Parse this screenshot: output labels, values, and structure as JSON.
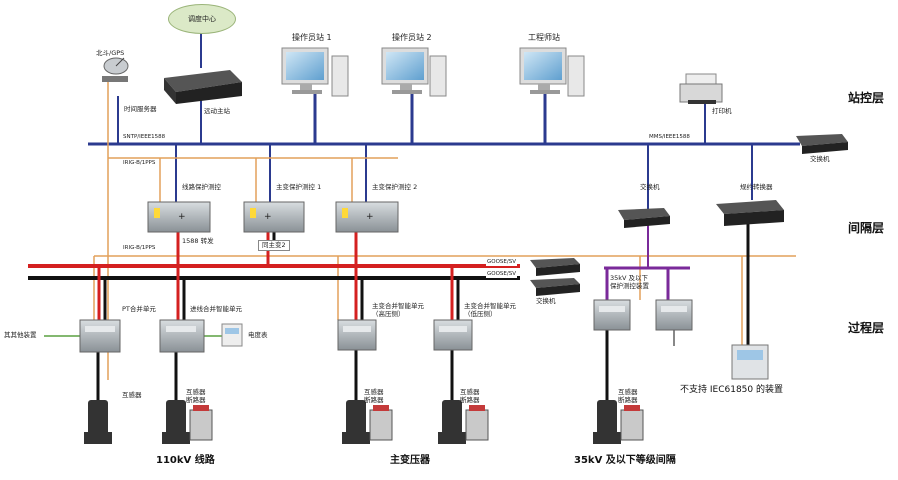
{
  "layers": {
    "station": "站控层",
    "bay": "间隔层",
    "process": "过程层"
  },
  "top": {
    "dispatch_center": "调度中心",
    "beidou_gps": "北斗/GPS",
    "time_server": "时间服务器",
    "remote_station": "远动主站",
    "operator1": "操作员站 1",
    "operator2": "操作员站 2",
    "engineer": "工程师站",
    "printer": "打印机"
  },
  "buses": {
    "sntp": "SNTP/IEEE1588",
    "mms": "MMS/IEEE1588",
    "irig1": "IRIG-B/1PPS",
    "irig2": "IRIG-B/1PPS",
    "goose_sv1": "GOOSE/SV",
    "goose_sv2": "GOOSE/SV"
  },
  "bay": {
    "line_protect": "线路保护测控",
    "trans_protect1": "主变保护测控 1",
    "trans_protect2": "主变保护测控 2",
    "switch_main": "交换机",
    "switch_left": "交换机",
    "proto_converter": "规约转换器",
    "forward_1588": "1588 转发",
    "same_trans2": "同主变2",
    "switch_mid": "交换机",
    "protect_35kv": "35kV 及以下\n保护测控装置"
  },
  "process": {
    "pt_merge": "PT合并单元",
    "line_merge": "进线合并智能单元",
    "meter": "电度表",
    "other_device": "其其他装置",
    "trans_merge_high": "主变合并智能单元\n（高压侧）",
    "trans_merge_low": "主变合并智能单元\n（低压侧）",
    "transformer1": "互感器",
    "transformer_breaker1": "互感器\n断路器",
    "transformer_breaker2": "互感器\n断路器",
    "transformer_breaker3": "互感器\n断路器",
    "transformer_breaker4": "互感器\n断路器",
    "non_iec": "不支持 IEC61850 的装置"
  },
  "captions": {
    "line110": "110kV 线路",
    "main_trans": "主变压器",
    "bay35": "35kV 及以下等级间隔"
  },
  "colors": {
    "blue_bus": "#2b3a8f",
    "red_bus": "#d42020",
    "black_bus": "#111111",
    "orange_line": "#e2a05a",
    "purple_line": "#7a2a9a",
    "green_line": "#5aa040"
  }
}
